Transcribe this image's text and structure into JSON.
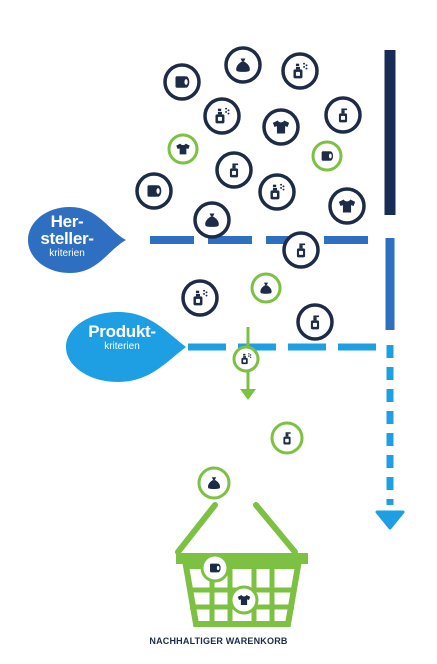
{
  "labels": {
    "hersteller_big_1": "Her-",
    "hersteller_big_2": "steller-",
    "hersteller_small": "kriterien",
    "produkt_big": "Produkt-",
    "produkt_small": "kriterien",
    "basket_caption": "NACHHALTIGER WARENKORB"
  },
  "colors": {
    "navy": "#1d2b47",
    "dark_blue": "#172d55",
    "mid_blue": "#2f6fc1",
    "light_blue": "#1e9fe4",
    "green": "#7cc142"
  },
  "icons": [
    {
      "name": "toilet-paper-icon",
      "style": "navy"
    },
    {
      "name": "bag-icon",
      "style": "navy"
    },
    {
      "name": "spray-bottle-icon",
      "style": "navy"
    },
    {
      "name": "spray-bottle-icon",
      "style": "navy"
    },
    {
      "name": "tshirt-icon",
      "style": "navy"
    },
    {
      "name": "soap-dispenser-icon",
      "style": "navy"
    },
    {
      "name": "tshirt-icon",
      "style": "green"
    },
    {
      "name": "soap-dispenser-icon",
      "style": "navy"
    },
    {
      "name": "toilet-paper-icon",
      "style": "green"
    },
    {
      "name": "toilet-paper-icon",
      "style": "navy"
    },
    {
      "name": "spray-bottle-icon",
      "style": "navy"
    },
    {
      "name": "tshirt-icon",
      "style": "navy"
    },
    {
      "name": "bag-icon",
      "style": "navy"
    },
    {
      "name": "soap-dispenser-icon",
      "style": "navy"
    },
    {
      "name": "bag-icon",
      "style": "green"
    },
    {
      "name": "spray-bottle-icon",
      "style": "navy"
    },
    {
      "name": "soap-dispenser-icon",
      "style": "navy"
    },
    {
      "name": "spray-bottle-icon",
      "style": "green"
    },
    {
      "name": "soap-dispenser-icon",
      "style": "green"
    },
    {
      "name": "bag-icon",
      "style": "green"
    },
    {
      "name": "toilet-paper-icon",
      "style": "green"
    },
    {
      "name": "tshirt-icon",
      "style": "green"
    }
  ]
}
